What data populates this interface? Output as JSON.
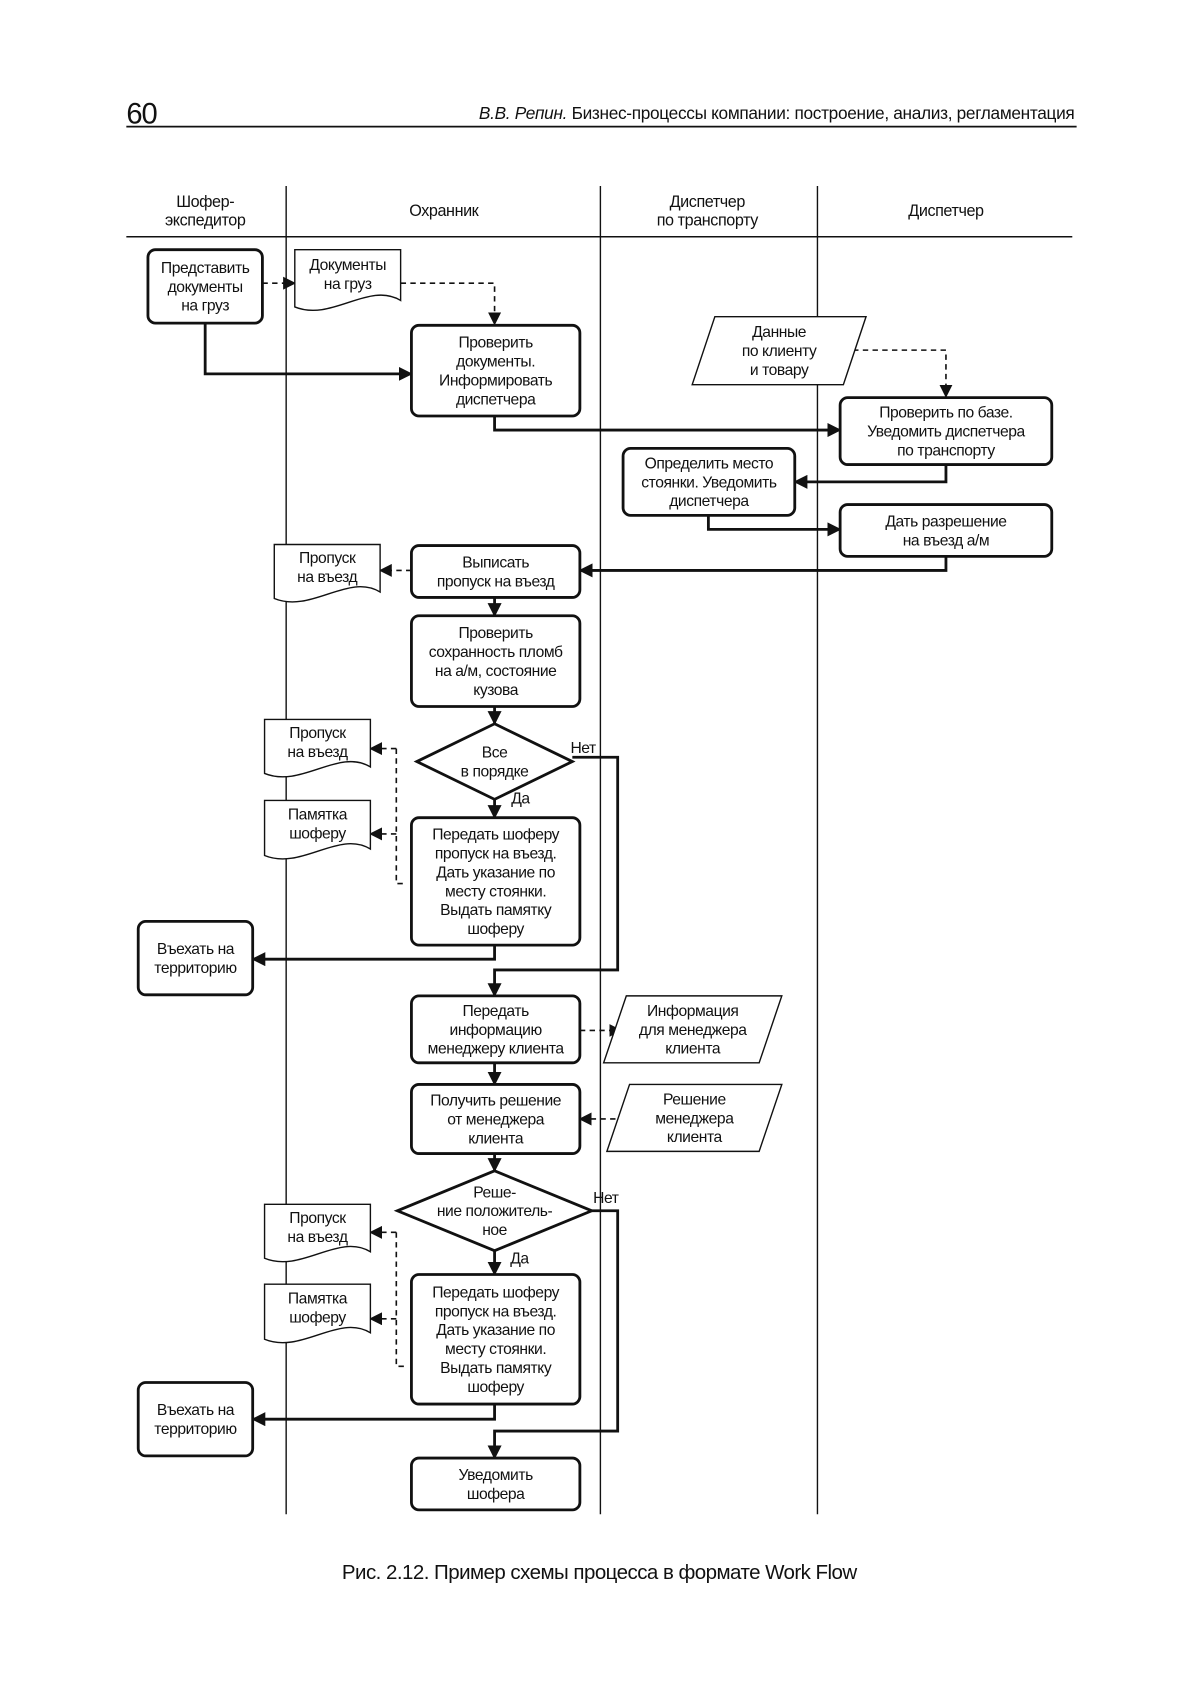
{
  "page": {
    "number": "60",
    "header_author": "В.В. Репин.",
    "header_title": " Бизнес-процессы компании: построение, анализ, регламентация",
    "caption": "Рис. 2.12. Пример схемы процесса в формате Work Flow"
  },
  "lanes": [
    {
      "lines": [
        "Шофер-",
        "экспедитор"
      ]
    },
    {
      "lines": [
        "Охранник"
      ]
    },
    {
      "lines": [
        "Диспетчер",
        "по транспорту"
      ]
    },
    {
      "lines": [
        "Диспетчер"
      ]
    }
  ],
  "nodes": {
    "submit_docs": {
      "type": "process",
      "lines": [
        "Представить",
        "документы",
        "на груз"
      ]
    },
    "doc_cargo": {
      "type": "document",
      "lines": [
        "Документы",
        "на груз"
      ]
    },
    "check_docs": {
      "type": "process",
      "lines": [
        "Проверить",
        "документы.",
        "Информировать",
        "диспетчера"
      ]
    },
    "client_data": {
      "type": "data",
      "lines": [
        "Данные",
        "по клиенту",
        "и товару"
      ]
    },
    "check_db": {
      "type": "process",
      "lines": [
        "Проверить по базе.",
        "Уведомить диспетчера",
        "по транспорту"
      ]
    },
    "parking": {
      "type": "process",
      "lines": [
        "Определить место",
        "стоянки. Уведомить",
        "диспетчера"
      ]
    },
    "permit": {
      "type": "process",
      "lines": [
        "Дать разрешение",
        "на въезд а/м"
      ]
    },
    "issue_pass": {
      "type": "process",
      "lines": [
        "Выписать",
        "пропуск на въезд"
      ]
    },
    "pass_doc_1": {
      "type": "document",
      "lines": [
        "Пропуск",
        "на въезд"
      ]
    },
    "check_seals": {
      "type": "process",
      "lines": [
        "Проверить",
        "сохранность пломб",
        "на а/м, состояние",
        "кузова"
      ]
    },
    "all_ok": {
      "type": "decision",
      "lines": [
        "Все",
        "в порядке"
      ]
    },
    "pass_doc_2": {
      "type": "document",
      "lines": [
        "Пропуск",
        "на въезд"
      ]
    },
    "memo_doc_1": {
      "type": "document",
      "lines": [
        "Памятка",
        "шоферу"
      ]
    },
    "hand_over_1": {
      "type": "process",
      "lines": [
        "Передать шоферу",
        "пропуск на въезд.",
        "Дать указание по",
        "месту стоянки.",
        "Выдать памятку",
        "шоферу"
      ]
    },
    "enter_1": {
      "type": "process",
      "lines": [
        "Въехать на",
        "территорию"
      ]
    },
    "send_info": {
      "type": "process",
      "lines": [
        "Передать",
        "информацию",
        "менеджеру клиента"
      ]
    },
    "info_data": {
      "type": "data",
      "lines": [
        "Информация",
        "для менеджера",
        "клиента"
      ]
    },
    "get_decision": {
      "type": "process",
      "lines": [
        "Получить решение",
        "от менеджера",
        "клиента"
      ]
    },
    "decision_data": {
      "type": "data",
      "lines": [
        "Решение",
        "менеджера",
        "клиента"
      ]
    },
    "positive": {
      "type": "decision",
      "lines": [
        "Реше-",
        "ние положитель-",
        "ное"
      ]
    },
    "pass_doc_3": {
      "type": "document",
      "lines": [
        "Пропуск",
        "на въезд"
      ]
    },
    "memo_doc_2": {
      "type": "document",
      "lines": [
        "Памятка",
        "шоферу"
      ]
    },
    "hand_over_2": {
      "type": "process",
      "lines": [
        "Передать шоферу",
        "пропуск на въезд.",
        "Дать указание по",
        "месту стоянки.",
        "Выдать памятку",
        "шоферу"
      ]
    },
    "enter_2": {
      "type": "process",
      "lines": [
        "Въехать на",
        "территорию"
      ]
    },
    "notify_driver": {
      "type": "process",
      "lines": [
        "Уведомить",
        "шофера"
      ]
    }
  },
  "labels": {
    "yes": "Да",
    "no": "Нет"
  }
}
